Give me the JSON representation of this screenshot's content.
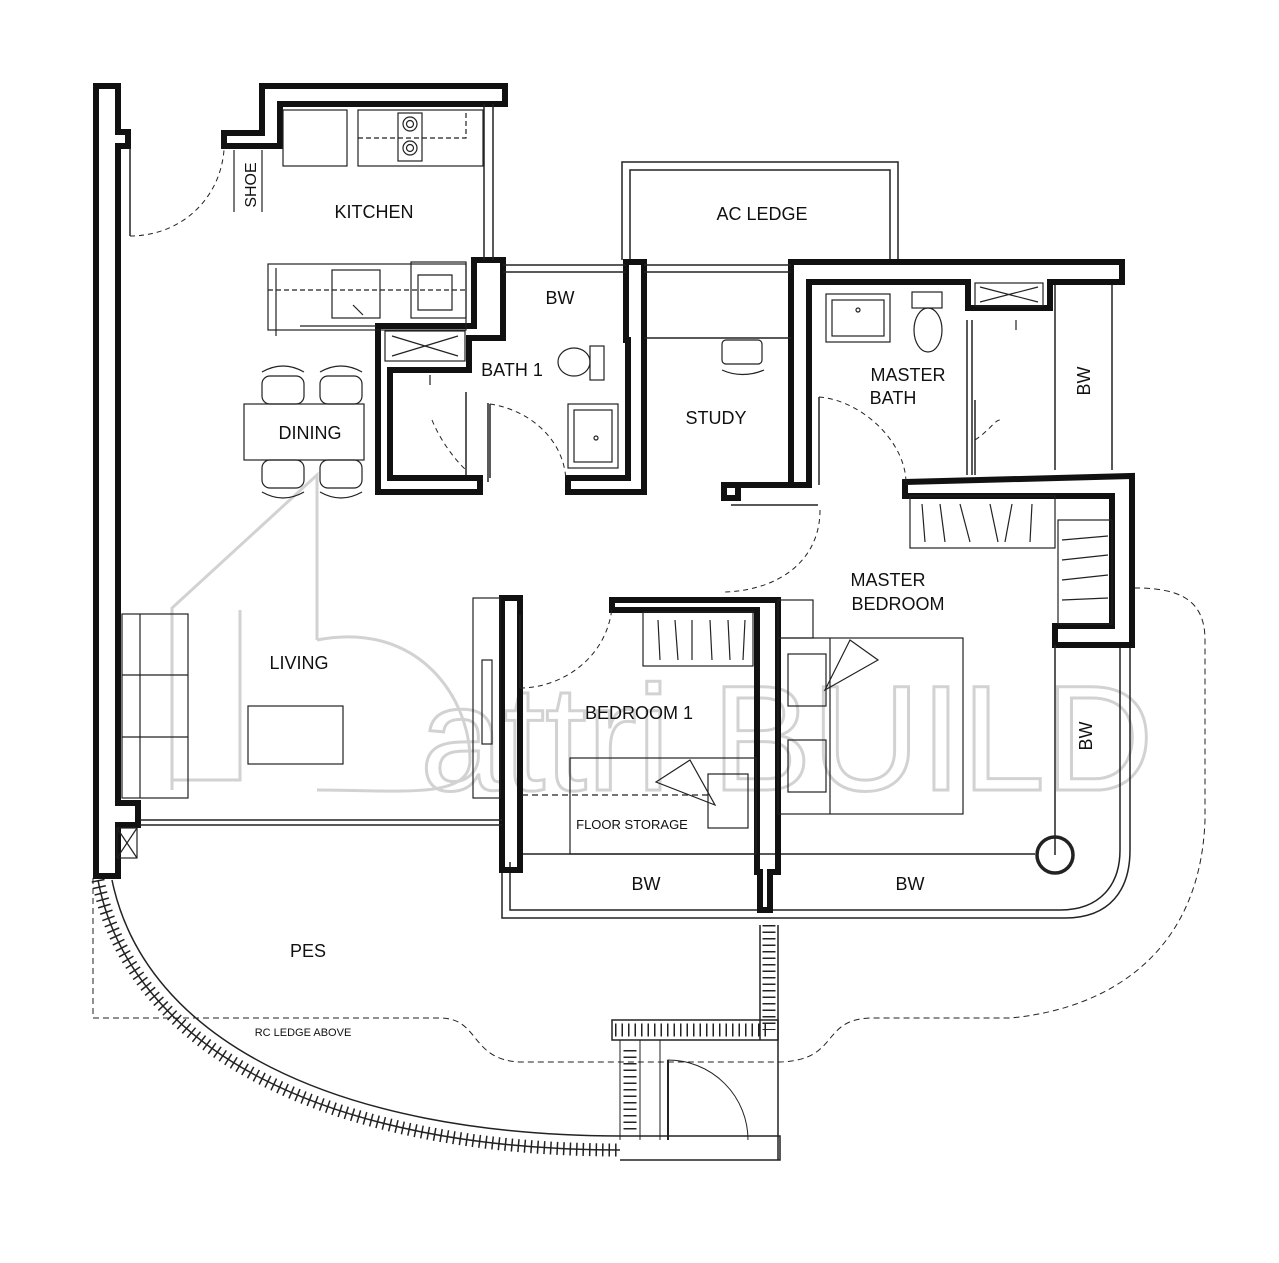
{
  "rooms": {
    "kitchen": "KITCHEN",
    "shoe": "SHOE",
    "ac_ledge": "AC LEDGE",
    "bw_bath1": "BW",
    "bath1": "BATH 1",
    "study": "STUDY",
    "master_bath_line1": "MASTER",
    "master_bath_line2": "BATH",
    "bw_master_bath": "BW",
    "dining": "DINING",
    "master_bedroom_line1": "MASTER",
    "master_bedroom_line2": "BEDROOM",
    "living": "LIVING",
    "bedroom1": "BEDROOM 1",
    "floor_storage": "FLOOR STORAGE",
    "bw_master_bedroom": "BW",
    "bw_bedroom1_balcony": "BW",
    "bw_master_balcony": "BW",
    "pes": "PES",
    "rc_ledge": "RC LEDGE ABOVE"
  },
  "watermark": {
    "brand": "attri BUILD"
  },
  "colors": {
    "wall": "#111111",
    "fixture": "#333333",
    "watermark": "#d2d2d2"
  }
}
